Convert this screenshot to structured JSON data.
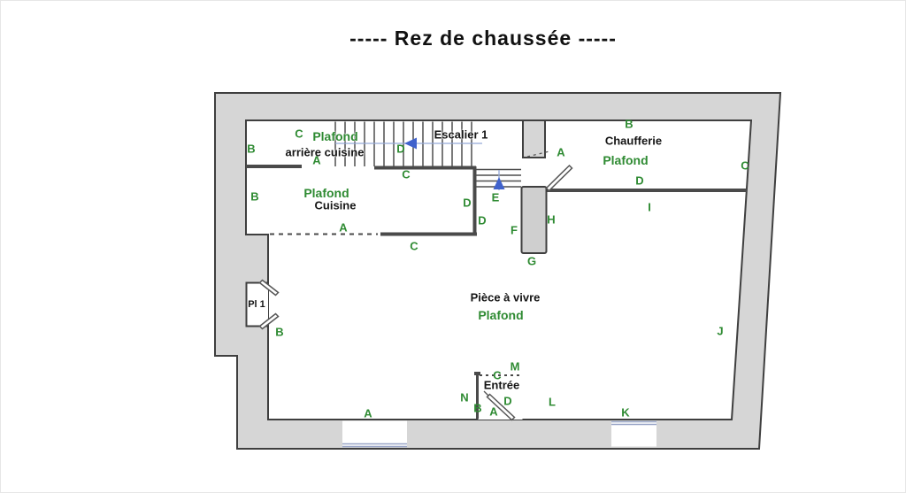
{
  "title": "-----  Rez de chaussée  -----",
  "rooms": {
    "escalier": {
      "name": "Escalier 1"
    },
    "arriere_cuisine": {
      "name": "arrière cuisine",
      "plafond": "Plafond"
    },
    "cuisine": {
      "name": "Cuisine",
      "plafond": "Plafond"
    },
    "chaufferie": {
      "name": "Chaufferie",
      "plafond": "Plafond"
    },
    "piece_a_vivre": {
      "name": "Pièce à vivre",
      "plafond": "Plafond"
    },
    "entree": {
      "name": "Entrée"
    },
    "placard": {
      "name": "Pl 1"
    }
  },
  "markers": {
    "arriere_cuisine_c": "C",
    "arriere_cuisine_b": "B",
    "arriere_cuisine_a": "A",
    "cuisine_b": "B",
    "cuisine_a": "A",
    "cuisine_c": "C",
    "cuisine_d": "D",
    "stairs_c": "C",
    "stairs_d": "D",
    "landing_d": "D",
    "stairs_e": "E",
    "pillar_f": "F",
    "pillar_g": "G",
    "pillar_h": "H",
    "chaufferie_a": "A",
    "chaufferie_b": "B",
    "chaufferie_c": "C",
    "chaufferie_d": "D",
    "chaufferie_i": "I",
    "living_j": "J",
    "placard_b": "B",
    "window_a": "A",
    "entree_n": "N",
    "entree_b": "B",
    "entree_a": "A",
    "entree_d": "D",
    "entree_c": "C",
    "entree_m": "M",
    "entree_l": "L",
    "window_k": "K"
  },
  "colors": {
    "wall_fill": "#d6d6d6",
    "wall_stroke": "#3f3f3f",
    "marker_green": "#2f8b33",
    "arrow_blue": "#4062cc",
    "guide_blue": "#94a9d6",
    "window_blue": "#98a4c6",
    "text_black": "#151515"
  }
}
